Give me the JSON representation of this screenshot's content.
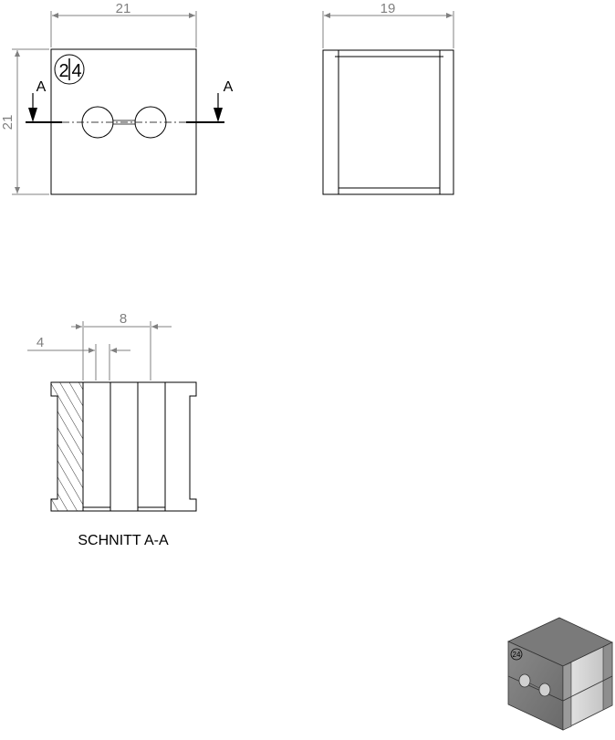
{
  "front_view": {
    "width_dim": "21",
    "height_dim": "21",
    "badge_digit_left": "2",
    "badge_digit_right": "4",
    "section_mark_left": "A",
    "section_mark_right": "A"
  },
  "side_view": {
    "width_dim": "19"
  },
  "section_view": {
    "dim_pitch": "8",
    "dim_hole": "4",
    "caption": "SCHNITT A-A"
  },
  "iso_view": {
    "badge_text": "24"
  }
}
